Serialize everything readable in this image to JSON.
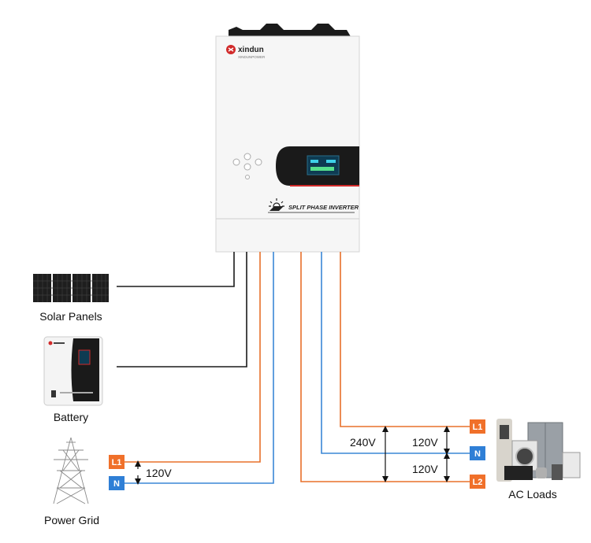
{
  "inverter": {
    "brand": "xindun",
    "brand_sub": "XINDUNPOWER",
    "model_text": "SPLIT PHASE INVERTER",
    "colors": {
      "body": "#f7f7f7",
      "panel_bar": "#1a1a1a",
      "accent_red": "#d12a2a"
    }
  },
  "components": {
    "solar": "Solar Panels",
    "battery": "Battery",
    "grid": "Power Grid",
    "loads": "AC Loads"
  },
  "terminals": {
    "grid_l1": "L1",
    "grid_n": "N",
    "load_l1": "L1",
    "load_n": "N",
    "load_l2": "L2"
  },
  "voltages": {
    "grid": "120V",
    "split_total": "240V",
    "l1_n": "120V",
    "n_l2": "120V"
  },
  "colors": {
    "line_wire": "#e8702a",
    "neutral_wire": "#3a87d6",
    "dc_wire": "#1a1a1a",
    "line_tag": "#f0702a",
    "neutral_tag": "#2f7fd6"
  }
}
